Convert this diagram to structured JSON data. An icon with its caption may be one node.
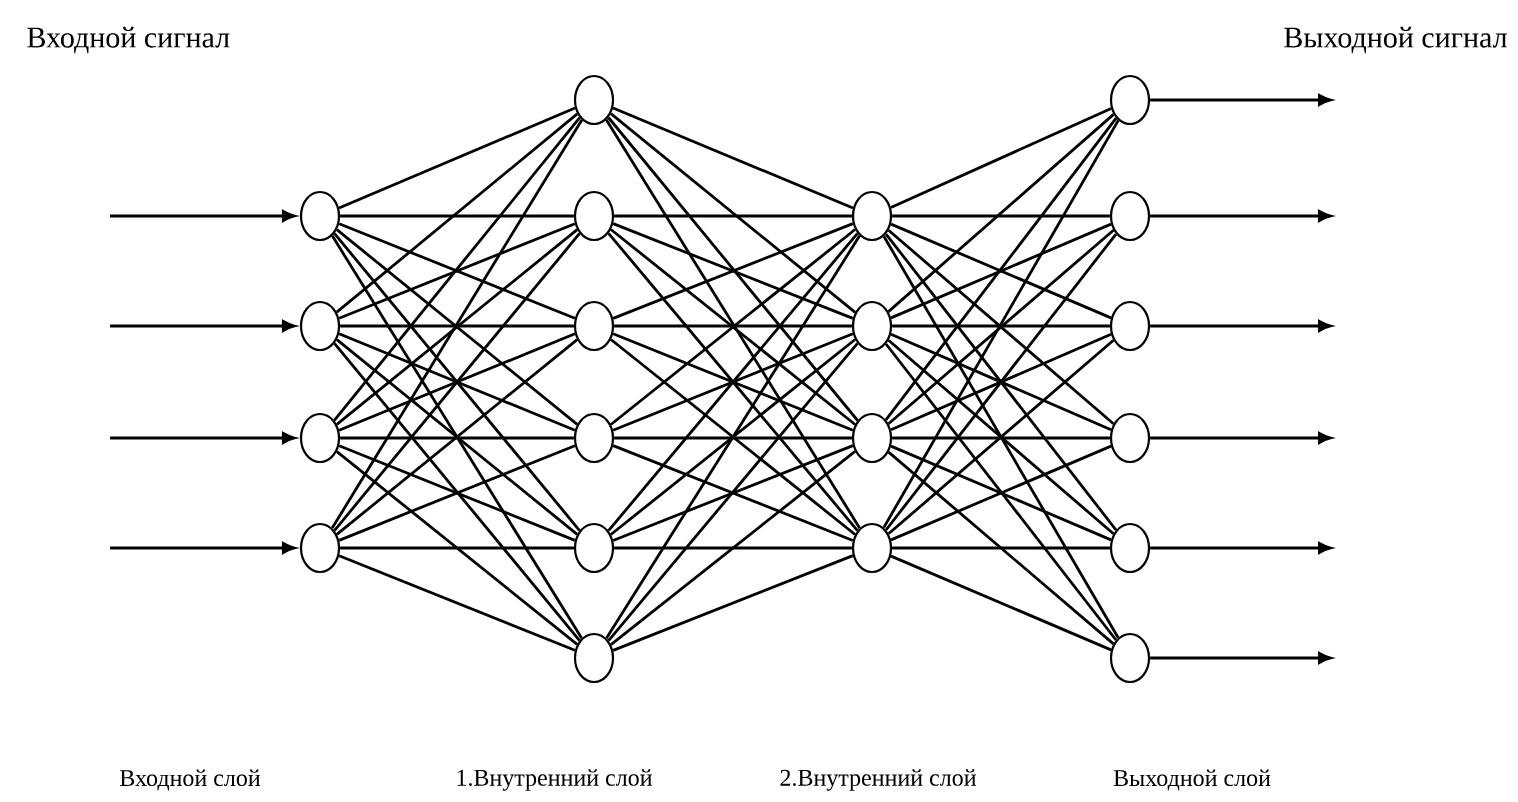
{
  "diagram": {
    "nodes": [
      {
        "text": [],
        "shape": "circle"
      },
      {
        "text": [],
        "shape": "circle"
      },
      {
        "text": [],
        "shape": "circle"
      },
      {
        "text": [],
        "shape": "circle"
      },
      {
        "text": [],
        "shape": "circle"
      },
      {
        "text": [],
        "shape": "circle"
      },
      {
        "text": [],
        "shape": "circle"
      },
      {
        "text": [],
        "shape": "circle"
      },
      {
        "text": [],
        "shape": "circle"
      },
      {
        "text": [],
        "shape": "circle"
      },
      {
        "text": [],
        "shape": "circle"
      },
      {
        "text": [],
        "shape": "circle"
      },
      {
        "text": [],
        "shape": "circle"
      },
      {
        "text": [],
        "shape": "circle"
      },
      {
        "text": [],
        "shape": "circle"
      },
      {
        "text": [],
        "shape": "circle"
      },
      {
        "text": [],
        "shape": "circle"
      },
      {
        "text": [],
        "shape": "circle"
      },
      {
        "text": [],
        "shape": "circle"
      },
      {
        "text": [],
        "shape": "circle"
      }
    ],
    "edges": [
      {
        "from": null,
        "to": 0,
        "arrow": "to"
      },
      {
        "from": null,
        "to": 1,
        "arrow": "to"
      },
      {
        "from": null,
        "to": 2,
        "arrow": "to"
      },
      {
        "from": null,
        "to": 3,
        "arrow": "to"
      },
      {
        "from": 0,
        "to": 4,
        "arrow": "none"
      },
      {
        "from": 0,
        "to": 5,
        "arrow": "none"
      },
      {
        "from": 0,
        "to": 6,
        "arrow": "none"
      },
      {
        "from": 0,
        "to": 7,
        "arrow": "none"
      },
      {
        "from": 0,
        "to": 8,
        "arrow": "none"
      },
      {
        "from": 0,
        "to": 9,
        "arrow": "none"
      },
      {
        "from": 1,
        "to": 4,
        "arrow": "none"
      },
      {
        "from": 1,
        "to": 5,
        "arrow": "none"
      },
      {
        "from": 1,
        "to": 6,
        "arrow": "none"
      },
      {
        "from": 1,
        "to": 7,
        "arrow": "none"
      },
      {
        "from": 1,
        "to": 8,
        "arrow": "none"
      },
      {
        "from": 1,
        "to": 9,
        "arrow": "none"
      },
      {
        "from": 2,
        "to": 4,
        "arrow": "none"
      },
      {
        "from": 2,
        "to": 5,
        "arrow": "none"
      },
      {
        "from": 2,
        "to": 6,
        "arrow": "none"
      },
      {
        "from": 2,
        "to": 7,
        "arrow": "none"
      },
      {
        "from": 2,
        "to": 8,
        "arrow": "none"
      },
      {
        "from": 2,
        "to": 9,
        "arrow": "none"
      },
      {
        "from": 3,
        "to": 4,
        "arrow": "none"
      },
      {
        "from": 3,
        "to": 5,
        "arrow": "none"
      },
      {
        "from": 3,
        "to": 6,
        "arrow": "none"
      },
      {
        "from": 3,
        "to": 7,
        "arrow": "none"
      },
      {
        "from": 3,
        "to": 8,
        "arrow": "none"
      },
      {
        "from": 3,
        "to": 9,
        "arrow": "none"
      },
      {
        "from": 4,
        "to": 10,
        "arrow": "none"
      },
      {
        "from": 4,
        "to": 11,
        "arrow": "none"
      },
      {
        "from": 4,
        "to": 12,
        "arrow": "none"
      },
      {
        "from": 4,
        "to": 13,
        "arrow": "none"
      },
      {
        "from": 5,
        "to": 10,
        "arrow": "none"
      },
      {
        "from": 5,
        "to": 11,
        "arrow": "none"
      },
      {
        "from": 5,
        "to": 12,
        "arrow": "none"
      },
      {
        "from": 5,
        "to": 13,
        "arrow": "none"
      },
      {
        "from": 6,
        "to": 10,
        "arrow": "none"
      },
      {
        "from": 6,
        "to": 11,
        "arrow": "none"
      },
      {
        "from": 6,
        "to": 12,
        "arrow": "none"
      },
      {
        "from": 6,
        "to": 13,
        "arrow": "none"
      },
      {
        "from": 7,
        "to": 10,
        "arrow": "none"
      },
      {
        "from": 7,
        "to": 11,
        "arrow": "none"
      },
      {
        "from": 7,
        "to": 12,
        "arrow": "none"
      },
      {
        "from": 7,
        "to": 13,
        "arrow": "none"
      },
      {
        "from": 8,
        "to": 10,
        "arrow": "none"
      },
      {
        "from": 8,
        "to": 11,
        "arrow": "none"
      },
      {
        "from": 8,
        "to": 12,
        "arrow": "none"
      },
      {
        "from": 8,
        "to": 13,
        "arrow": "none"
      },
      {
        "from": 9,
        "to": 10,
        "arrow": "none"
      },
      {
        "from": 9,
        "to": 11,
        "arrow": "none"
      },
      {
        "from": 9,
        "to": 12,
        "arrow": "none"
      },
      {
        "from": 9,
        "to": 13,
        "arrow": "none"
      },
      {
        "from": 10,
        "to": 14,
        "arrow": "none"
      },
      {
        "from": 10,
        "to": 15,
        "arrow": "none"
      },
      {
        "from": 10,
        "to": 16,
        "arrow": "none"
      },
      {
        "from": 10,
        "to": 17,
        "arrow": "none"
      },
      {
        "from": 10,
        "to": 18,
        "arrow": "none"
      },
      {
        "from": 10,
        "to": 19,
        "arrow": "none"
      },
      {
        "from": 11,
        "to": 14,
        "arrow": "none"
      },
      {
        "from": 11,
        "to": 15,
        "arrow": "none"
      },
      {
        "from": 11,
        "to": 16,
        "arrow": "none"
      },
      {
        "from": 11,
        "to": 17,
        "arrow": "none"
      },
      {
        "from": 11,
        "to": 18,
        "arrow": "none"
      },
      {
        "from": 11,
        "to": 19,
        "arrow": "none"
      },
      {
        "from": 12,
        "to": 14,
        "arrow": "none"
      },
      {
        "from": 12,
        "to": 15,
        "arrow": "none"
      },
      {
        "from": 12,
        "to": 16,
        "arrow": "none"
      },
      {
        "from": 12,
        "to": 17,
        "arrow": "none"
      },
      {
        "from": 12,
        "to": 18,
        "arrow": "none"
      },
      {
        "from": 12,
        "to": 19,
        "arrow": "none"
      },
      {
        "from": 13,
        "to": 14,
        "arrow": "none"
      },
      {
        "from": 13,
        "to": 15,
        "arrow": "none"
      },
      {
        "from": 13,
        "to": 16,
        "arrow": "none"
      },
      {
        "from": 13,
        "to": 17,
        "arrow": "none"
      },
      {
        "from": 13,
        "to": 18,
        "arrow": "none"
      },
      {
        "from": 13,
        "to": 19,
        "arrow": "none"
      },
      {
        "from": 14,
        "to": null,
        "arrow": "to"
      },
      {
        "from": 15,
        "to": null,
        "arrow": "to"
      },
      {
        "from": 16,
        "to": null,
        "arrow": "to"
      },
      {
        "from": 17,
        "to": null,
        "arrow": "to"
      },
      {
        "from": 18,
        "to": null,
        "arrow": "to"
      },
      {
        "from": 19,
        "to": null,
        "arrow": "to"
      }
    ],
    "labels": [
      "Входной сигнал",
      "Выходной сигнал",
      "Входной слой",
      "1.Внутренний слой",
      "2.Внутренний слой",
      "Выходной слой"
    ]
  }
}
